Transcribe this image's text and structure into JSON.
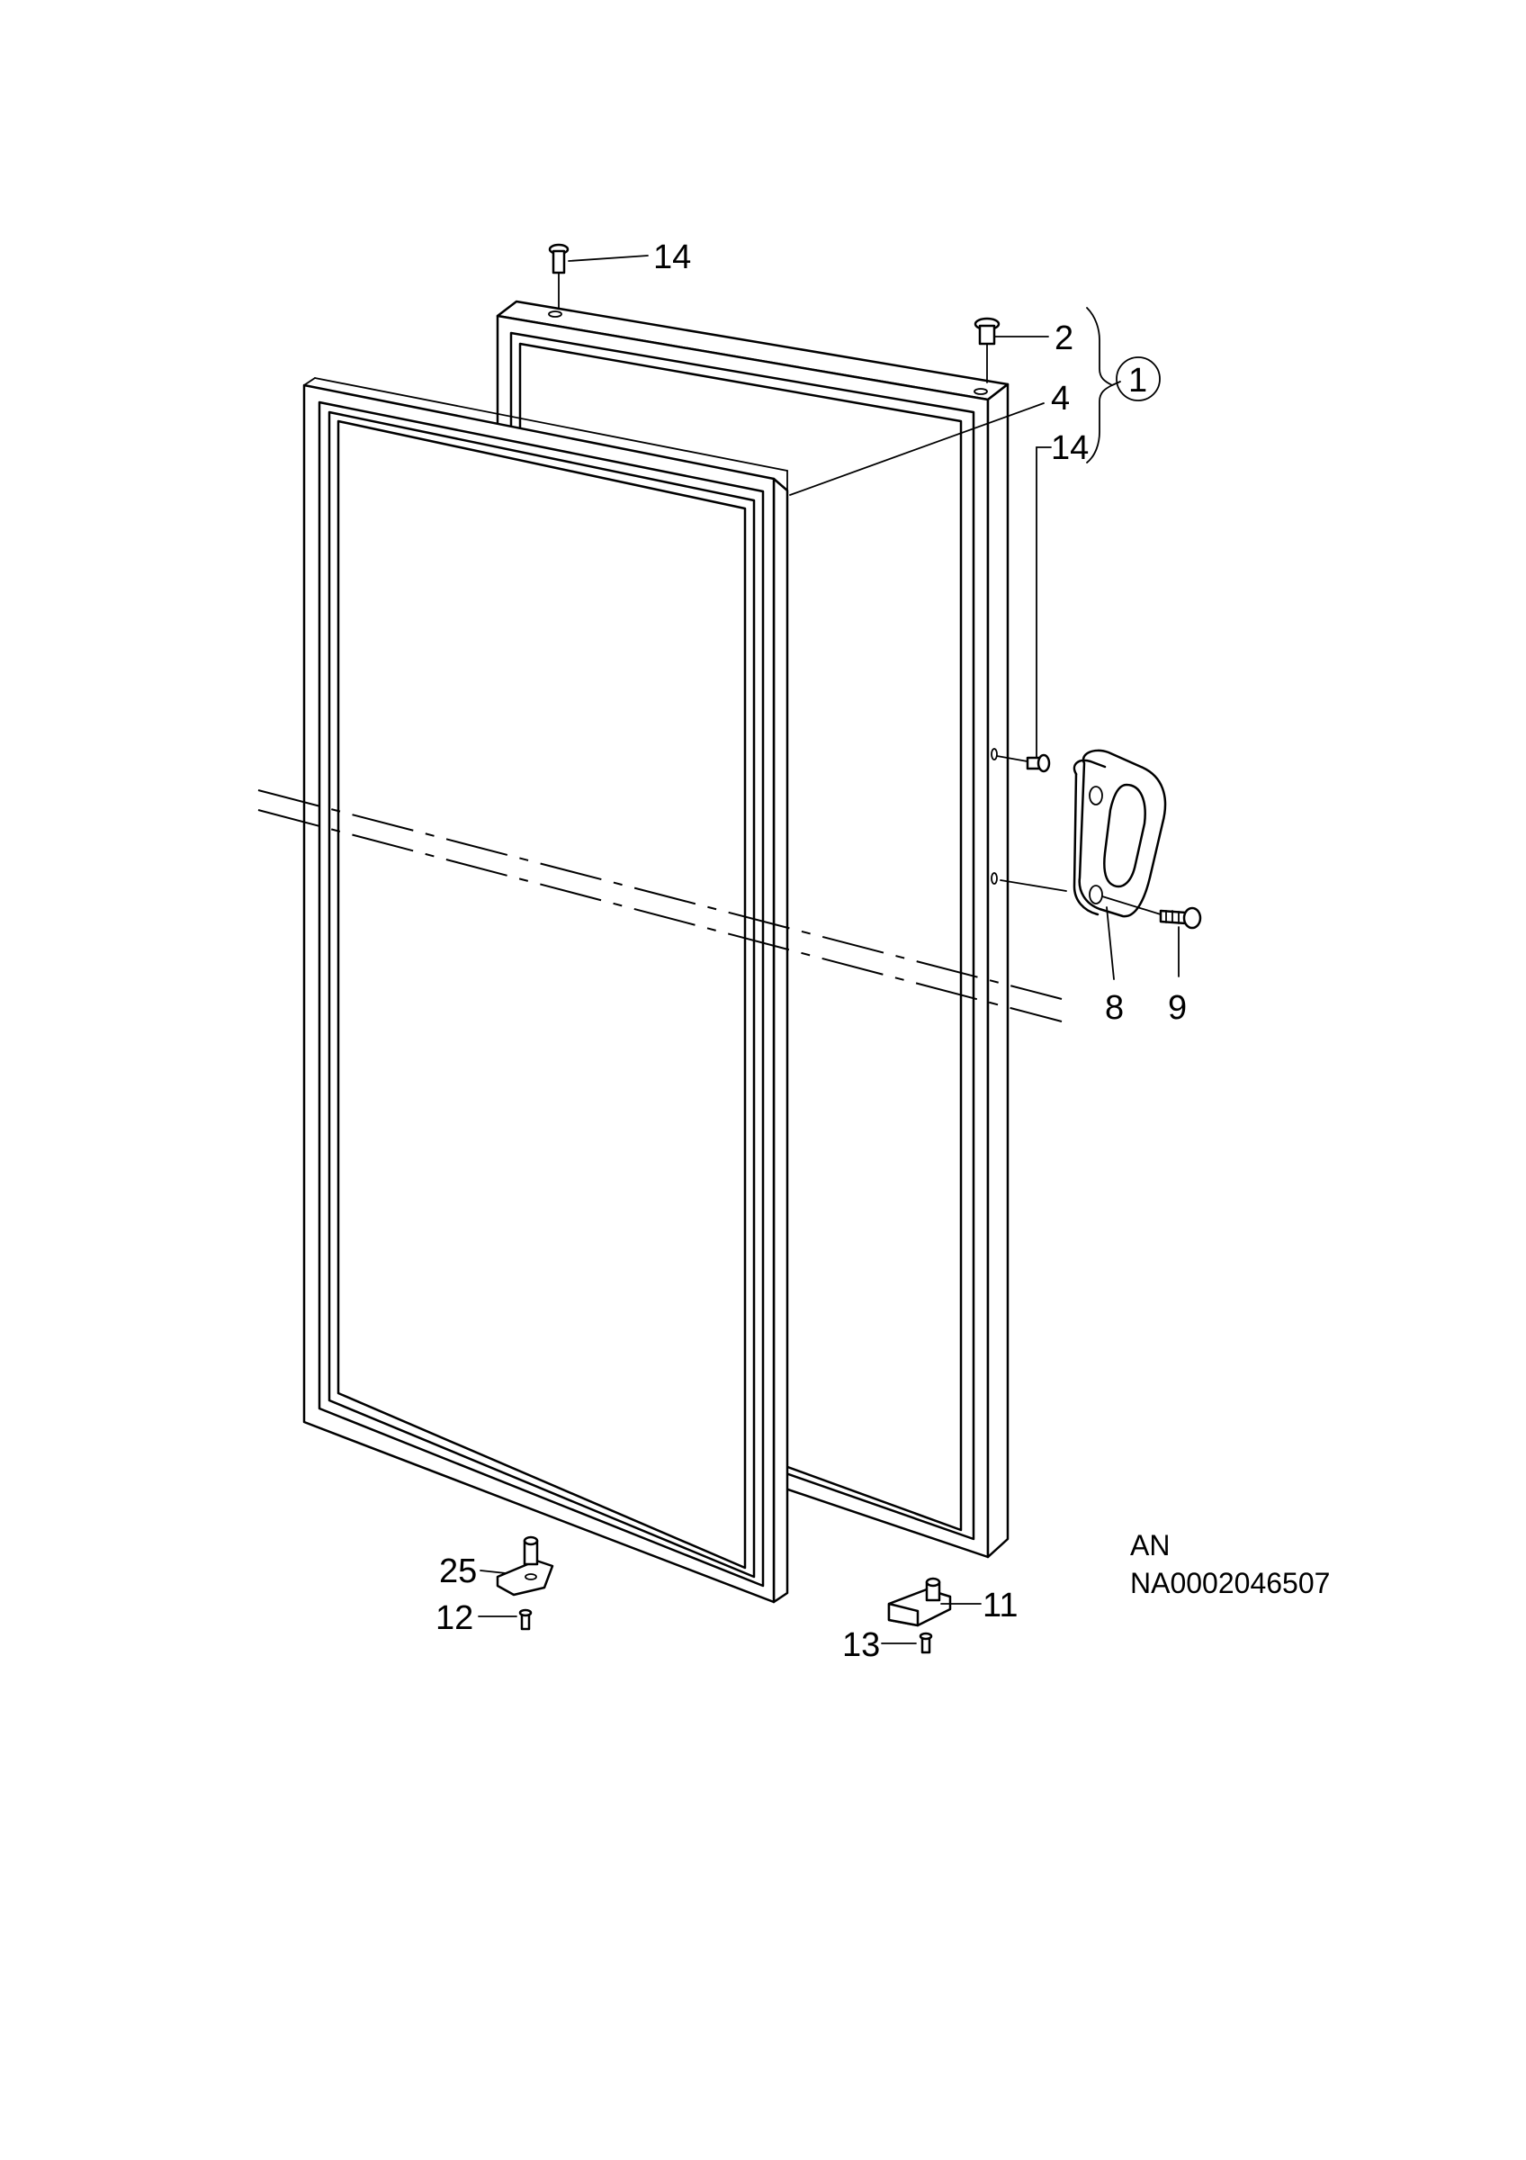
{
  "labels": {
    "l14_top": "14",
    "l2": "2",
    "l1": "1",
    "l4": "4",
    "l14_right": "14",
    "l8": "8",
    "l9": "9",
    "l25": "25",
    "l12": "12",
    "l11": "11",
    "l13": "13"
  },
  "code": {
    "line1": "AN",
    "line2": "NA0002046507"
  }
}
